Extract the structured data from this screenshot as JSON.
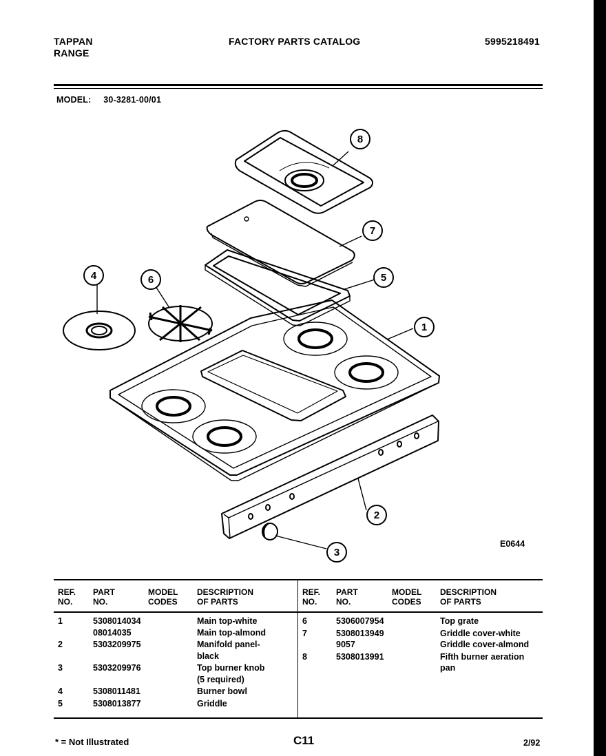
{
  "header": {
    "brand_line1": "TAPPAN",
    "brand_line2": "RANGE",
    "catalog_title": "FACTORY PARTS CATALOG",
    "catalog_number": "5995218491"
  },
  "model": {
    "label": "MODEL:",
    "value": "30-3281-00/01"
  },
  "diagram": {
    "figure_code": "E0644",
    "callouts": [
      "1",
      "2",
      "3",
      "4",
      "5",
      "6",
      "7",
      "8"
    ]
  },
  "parts_table": {
    "columns": {
      "ref": "REF.\nNO.",
      "part": "PART\nNO.",
      "codes": "MODEL\nCODES",
      "desc": "DESCRIPTION\nOF PARTS"
    },
    "left": [
      {
        "ref": "1",
        "part": "5308014034\n08014035",
        "codes": "",
        "desc": "Main top-white\nMain top-almond"
      },
      {
        "ref": "2",
        "part": "5303209975",
        "codes": "",
        "desc": "Manifold panel-\nblack"
      },
      {
        "ref": "3",
        "part": "5303209976",
        "codes": "",
        "desc": "Top burner knob\n(5 required)"
      },
      {
        "ref": "4",
        "part": "5308011481",
        "codes": "",
        "desc": "Burner bowl"
      },
      {
        "ref": "5",
        "part": "5308013877",
        "codes": "",
        "desc": "Griddle"
      }
    ],
    "right": [
      {
        "ref": "6",
        "part": "5306007954",
        "codes": "",
        "desc": "Top grate"
      },
      {
        "ref": "7",
        "part": "5308013949\n9057",
        "codes": "",
        "desc": "Griddle cover-white\nGriddle cover-almond"
      },
      {
        "ref": "8",
        "part": "5308013991",
        "codes": "",
        "desc": "Fifth burner aeration\npan"
      }
    ]
  },
  "footer": {
    "note": "* = Not Illustrated",
    "page": "C11",
    "date": "2/92"
  }
}
